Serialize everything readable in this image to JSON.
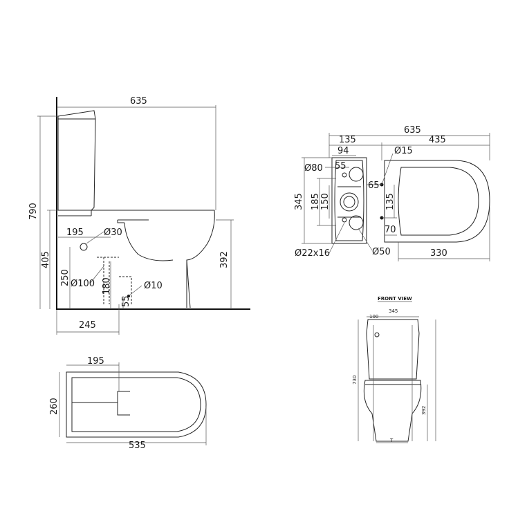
{
  "side_view": {
    "width_635": "635",
    "height_790": "790",
    "height_405": "405",
    "dist_195": "195",
    "dia_30": "Ø30",
    "height_250": "250",
    "dia_100": "Ø100",
    "height_180": "180",
    "dia_10": "Ø10",
    "height_55": "55",
    "width_245": "245",
    "height_392": "392"
  },
  "top_view": {
    "width_635": "635",
    "width_135": "135",
    "width_435": "435",
    "width_94": "94",
    "dia_15": "Ø15",
    "dia_80": "Ø80",
    "dim_55": "55",
    "dim_65": "65",
    "height_345": "345",
    "height_185": "185",
    "height_150": "150",
    "height_135": "135",
    "dim_70": "70",
    "hole_22x16": "Ø22x16",
    "dia_50": "Ø50",
    "width_330": "330"
  },
  "plan_view": {
    "width_195": "195",
    "height_260": "260",
    "width_535": "535"
  },
  "front_view": {
    "title": "FRONT VIEW",
    "dim_100": "100",
    "dim_345": "345",
    "dim_730": "730",
    "dim_392": "392",
    "dim_t": "T"
  }
}
